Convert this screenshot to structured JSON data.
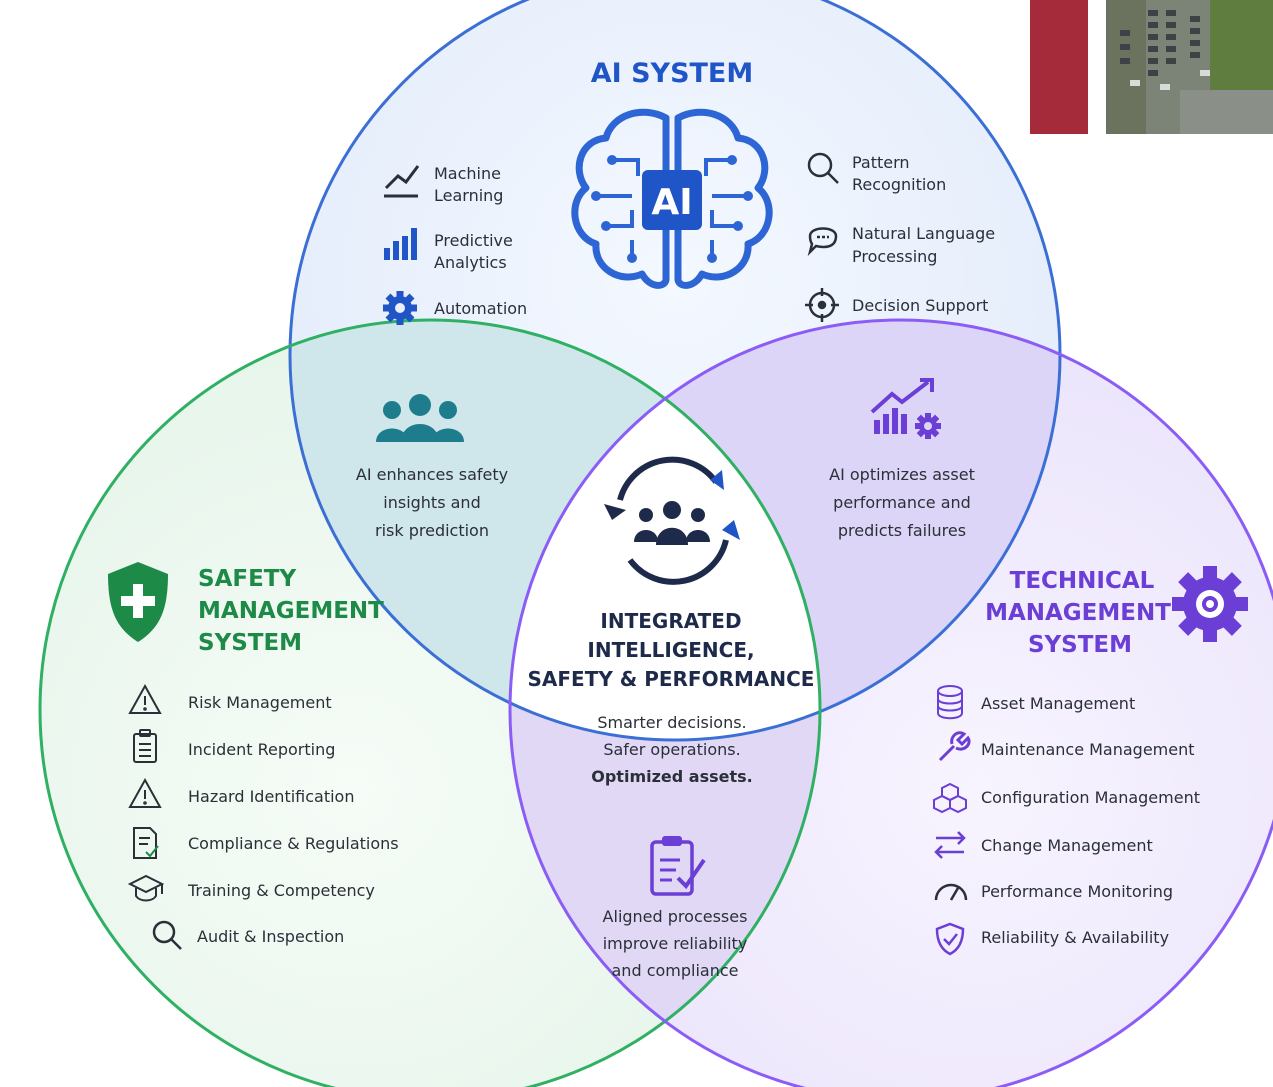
{
  "colors": {
    "ai": "#3b6fd6",
    "ai_dark": "#1f55c6",
    "safety": "#26a65b",
    "safety_dark": "#1e8a48",
    "technical": "#8b5cf6",
    "technical_dark": "#6b3fd6",
    "text": "#2b2f38",
    "navy": "#1e2a4a",
    "photo_red": "#a52a3a"
  },
  "ai": {
    "title": "AI SYSTEM",
    "badge": "AI",
    "left_items": [
      {
        "icon": "line-chart-icon",
        "lines": [
          "Machine",
          "Learning"
        ]
      },
      {
        "icon": "bar-chart-icon",
        "lines": [
          "Predictive",
          "Analytics"
        ]
      },
      {
        "icon": "gear-icon",
        "lines": [
          "Automation"
        ]
      }
    ],
    "right_items": [
      {
        "icon": "search-icon",
        "lines": [
          "Pattern",
          "Recognition"
        ]
      },
      {
        "icon": "chat-bubble-icon",
        "lines": [
          "Natural Language",
          "Processing"
        ]
      },
      {
        "icon": "crosshair-icon",
        "lines": [
          "Decision Support"
        ]
      }
    ]
  },
  "overlaps": {
    "ai_safety": [
      "AI enhances safety",
      "insights and",
      "risk prediction"
    ],
    "ai_technical": [
      "AI optimizes asset",
      "performance and",
      "predicts failures"
    ],
    "safety_technical": [
      "Aligned processes",
      "improve reliability",
      "and compliance"
    ]
  },
  "center": {
    "title_lines": [
      "INTEGRATED",
      "INTELLIGENCE,",
      "SAFETY & PERFORMANCE"
    ],
    "tagline_lines": [
      "Smarter decisions.",
      "Safer operations.",
      "Optimized assets."
    ]
  },
  "safety": {
    "title_lines": [
      "SAFETY",
      "MANAGEMENT",
      "SYSTEM"
    ],
    "items": [
      {
        "icon": "warning-icon",
        "label": "Risk Management"
      },
      {
        "icon": "clipboard-icon",
        "label": "Incident Reporting"
      },
      {
        "icon": "warning-icon",
        "label": "Hazard Identification"
      },
      {
        "icon": "document-check-icon",
        "label": "Compliance & Regulations"
      },
      {
        "icon": "graduation-cap-icon",
        "label": "Training & Competency"
      },
      {
        "icon": "search-icon",
        "label": "Audit & Inspection"
      }
    ]
  },
  "technical": {
    "title_lines": [
      "TECHNICAL",
      "MANAGEMENT",
      "SYSTEM"
    ],
    "items": [
      {
        "icon": "database-icon",
        "label": "Asset Management"
      },
      {
        "icon": "wrench-icon",
        "label": "Maintenance Management"
      },
      {
        "icon": "cubes-icon",
        "label": "Configuration Management"
      },
      {
        "icon": "swap-arrows-icon",
        "label": "Change Management"
      },
      {
        "icon": "gauge-icon",
        "label": "Performance Monitoring"
      },
      {
        "icon": "shield-check-icon",
        "label": "Reliability & Availability"
      }
    ]
  }
}
